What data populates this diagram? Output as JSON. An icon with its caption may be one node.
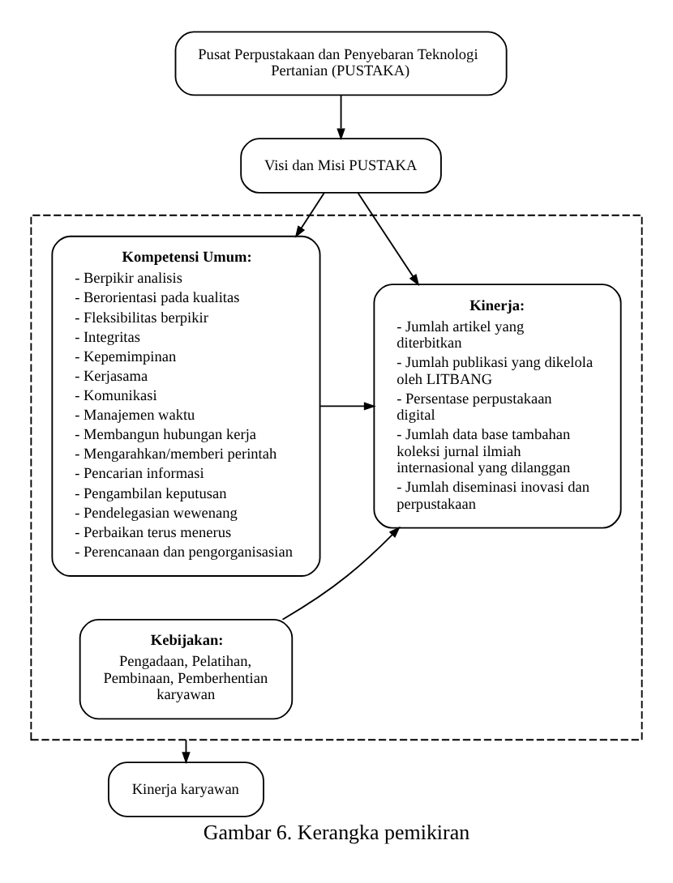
{
  "diagram": {
    "caption": "Gambar 6. Kerangka pemikiran",
    "nodes": [
      {
        "text": [
          "Pusat Perpustakaan dan Penyebaran Teknologi Pertanian (PUSTAKA)"
        ]
      },
      {
        "text": [
          "Visi dan Misi PUSTAKA"
        ]
      },
      {
        "text": [],
        "shape": "box"
      },
      {
        "text": [
          "Kompetensi Umum:",
          "- Berpikir analisis",
          "- Berorientasi pada kualitas",
          "- Fleksibilitas berpikir",
          "- Integritas",
          "- Kepemimpinan",
          "- Kerjasama",
          "- Komunikasi",
          "- Manajemen waktu",
          "- Membangun hubungan kerja",
          "- Mengarahkan/memberi perintah",
          "- Pencarian informasi",
          "- Pengambilan keputusan",
          "- Pendelegasian wewenang",
          "- Perbaikan terus menerus",
          "- Perencanaan dan pengorganisasian"
        ],
        "in": 2
      },
      {
        "text": [
          "Kinerja:",
          "- Jumlah artikel yang diterbitkan",
          "- Jumlah publikasi yang dikelola oleh LITBANG",
          "- Persentase perpustakaan digital",
          "- Jumlah data base tambahan koleksi jurnal ilmiah internasional yang dilanggan",
          "- Jumlah diseminasi inovasi dan perpustakaan"
        ],
        "in": 2
      },
      {
        "text": [
          "Kebijakan:",
          "Pengadaan, Pelatihan, Pembinaan, Pemberhentian karyawan"
        ],
        "in": 2
      },
      {
        "text": [
          "Kinerja karyawan"
        ]
      }
    ],
    "edges": [
      {
        "from": 0,
        "to": 1,
        "arrow": "to"
      },
      {
        "from": 1,
        "to": 3,
        "arrow": "to"
      },
      {
        "from": 1,
        "to": 4,
        "arrow": "to"
      },
      {
        "from": 3,
        "to": 4,
        "arrow": "to"
      },
      {
        "from": 5,
        "to": 4,
        "arrow": "to"
      },
      {
        "from": 2,
        "to": 6,
        "arrow": "to"
      }
    ]
  }
}
